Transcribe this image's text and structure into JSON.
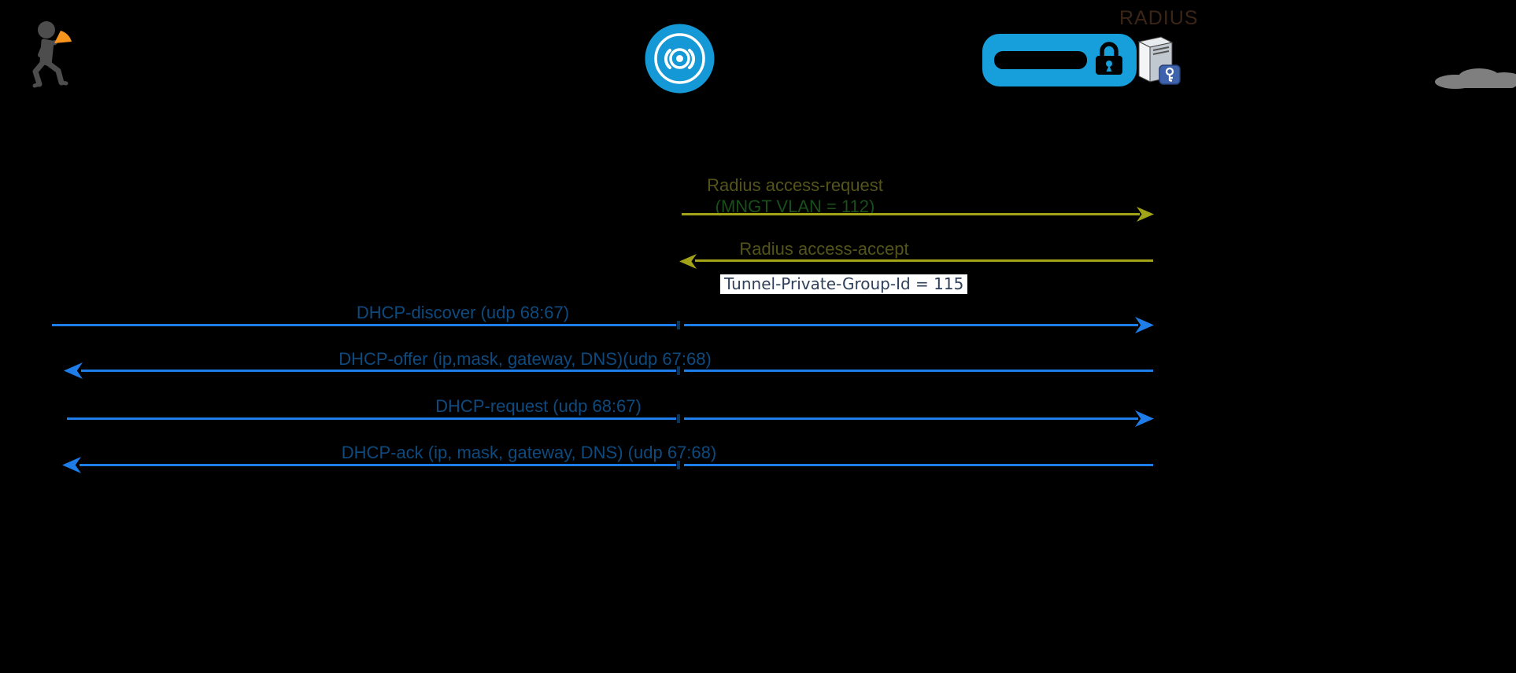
{
  "actors": {
    "client": {
      "icon": "walking-person-icon"
    },
    "access_point": {
      "icon": "access-point-icon"
    },
    "switch": {
      "icon": "switch-with-lock-icon"
    },
    "radius": {
      "label": "RADIUS",
      "icon": "radius-server-icon"
    },
    "cloud": {
      "icon": "cloud-icon"
    }
  },
  "messages": {
    "access_request": {
      "label": "Radius access-request",
      "sublabel": "(MNGT VLAN = 112)",
      "direction": "right"
    },
    "access_accept": {
      "label": "Radius access-accept",
      "direction": "left"
    },
    "tunnel_note": {
      "label": "Tunnel-Private-Group-Id = 115"
    },
    "dhcp_discover": {
      "label": "DHCP-discover (udp 68:67)",
      "direction": "right"
    },
    "dhcp_offer": {
      "label": "DHCP-offer (ip,mask, gateway, DNS)(udp 67:68)",
      "direction": "left"
    },
    "dhcp_request": {
      "label": "DHCP-request (udp 68:67)",
      "direction": "right"
    },
    "dhcp_ack": {
      "label": "DHCP-ack (ip, mask, gateway, DNS) (udp 67:68)",
      "direction": "left"
    }
  },
  "colors": {
    "background": "#000000",
    "radius_arrow": "#A3A31A",
    "radius_label_text": "#54541A",
    "vlan_detail_text": "#1A4E1A",
    "dhcp_arrow": "#1E7DE8",
    "dhcp_label_text": "#0E4A7E",
    "tunnel_text": "#31405A",
    "tunnel_background": "#FFFFFF",
    "radius_title_text": "#3A2517",
    "access_point_blue": "#1598D6",
    "switch_blue": "#179FDB",
    "person_gray": "#4D4D4D",
    "device_orange": "#F7941E",
    "cloud_gray": "#7F7F7F"
  }
}
